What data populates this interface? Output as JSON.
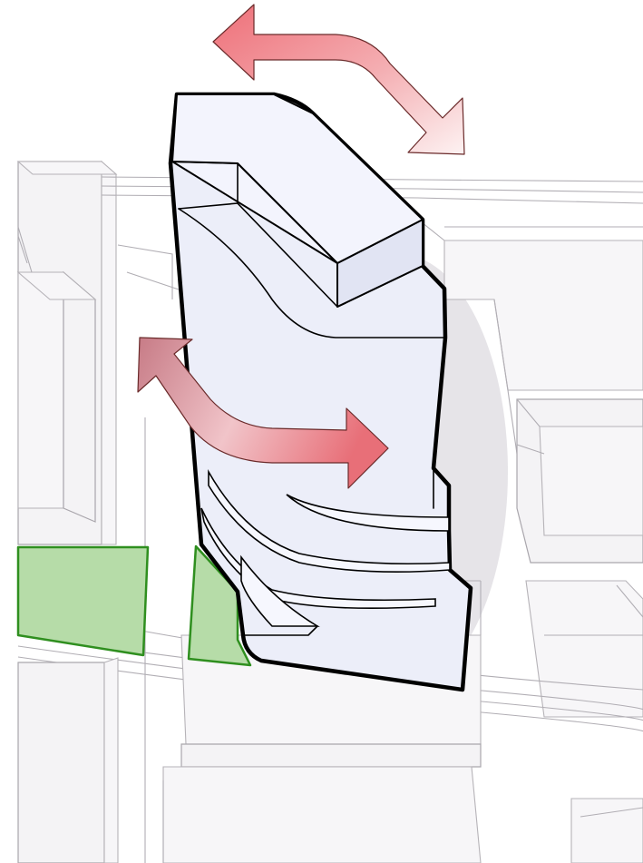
{
  "colors": {
    "background": "#ffffff",
    "context_fill": "#f4f3f5",
    "context_stroke": "#a9a6ac",
    "tower_fill": "#eceef9",
    "tower_outline": "#000000",
    "green_space": "#b6dca8",
    "green_outline": "#2f8f1f",
    "arrow_start": "#ee6f78",
    "arrow_end": "#fde9ea"
  },
  "diagram": {
    "description_elements": [
      "context-buildings",
      "tower-massing",
      "green-spaces",
      "view-arrows"
    ]
  }
}
